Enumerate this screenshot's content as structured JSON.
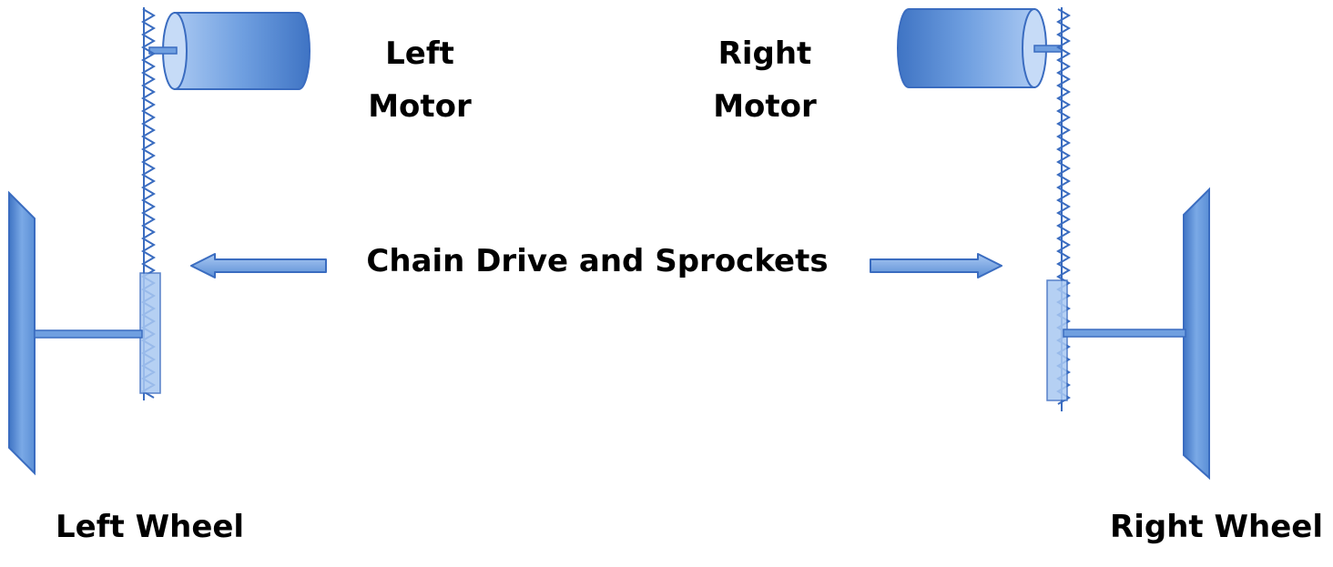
{
  "colors": {
    "fill": "#6f9fe0",
    "fill_light": "#a9c8f2",
    "fill_dark": "#3f74c4",
    "stroke": "#3a6cc0",
    "text": "#000000"
  },
  "labels": {
    "left_motor_line1": "Left",
    "left_motor_line2": "Motor",
    "right_motor_line1": "Right",
    "right_motor_line2": "Motor",
    "chain": "Chain Drive and Sprockets",
    "left_wheel": "Left Wheel",
    "right_wheel": "Right Wheel"
  }
}
